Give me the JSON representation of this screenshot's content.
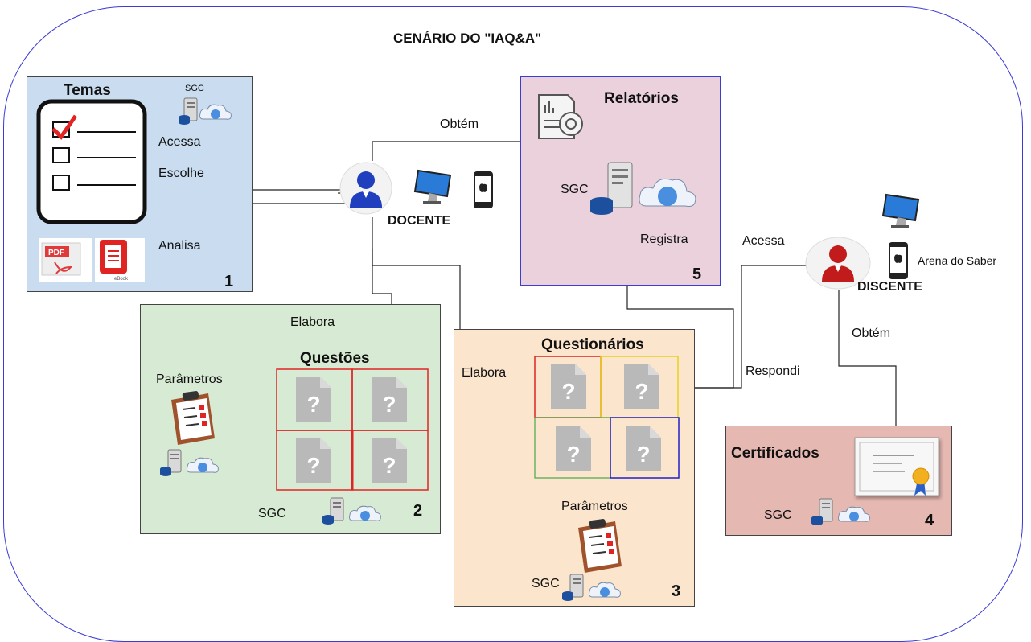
{
  "title": "CENÁRIO DO \"IAQ&A\"",
  "colors": {
    "frame": "#3b3bd6",
    "temas_bg": "#c9dcf0",
    "questoes_bg": "#d7ead3",
    "questionarios_bg": "#fbe5cd",
    "relatorios_bg": "#ead1dc",
    "certificados_bg": "#e6b8b2",
    "docente": "#1f3fbf",
    "discente": "#c21b1b"
  },
  "icons": [
    "checklist-icon",
    "pdf-icon",
    "ebook-icon",
    "server-icon",
    "cloud-icon",
    "person-icon",
    "monitor-icon",
    "phone-icon",
    "report-icon",
    "question-doc-icon",
    "clipboard-icon",
    "certificate-icon"
  ],
  "temas": {
    "title": "Temas",
    "sgc": "SGC",
    "ebook_label": "eBook",
    "pdf_label": "PDF",
    "number": "1"
  },
  "questoes": {
    "title": "Questões",
    "params": "Parâmetros",
    "sgc": "SGC",
    "number": "2"
  },
  "questionarios": {
    "title": "Questionários",
    "params": "Parâmetros",
    "sgc": "SGC",
    "number": "3"
  },
  "certificados": {
    "title": "Certificados",
    "sgc": "SGC",
    "number": "4"
  },
  "relatorios": {
    "title": "Relatórios",
    "sgc": "SGC",
    "registra": "Registra",
    "number": "5"
  },
  "docente": {
    "label": "DOCENTE"
  },
  "discente": {
    "label": "DISCENTE",
    "app": "Arena do Saber"
  },
  "edges": {
    "acessa_temas": "Acessa",
    "escolhe": "Escolhe",
    "analisa": "Analisa",
    "obtem_relatorios": "Obtém",
    "elabora_questoes": "Elabora",
    "elabora_questionarios": "Elabora",
    "acessa_discente": "Acessa",
    "respondi": "Respondi",
    "obtem_certificados": "Obtém"
  },
  "question_mark": "?"
}
